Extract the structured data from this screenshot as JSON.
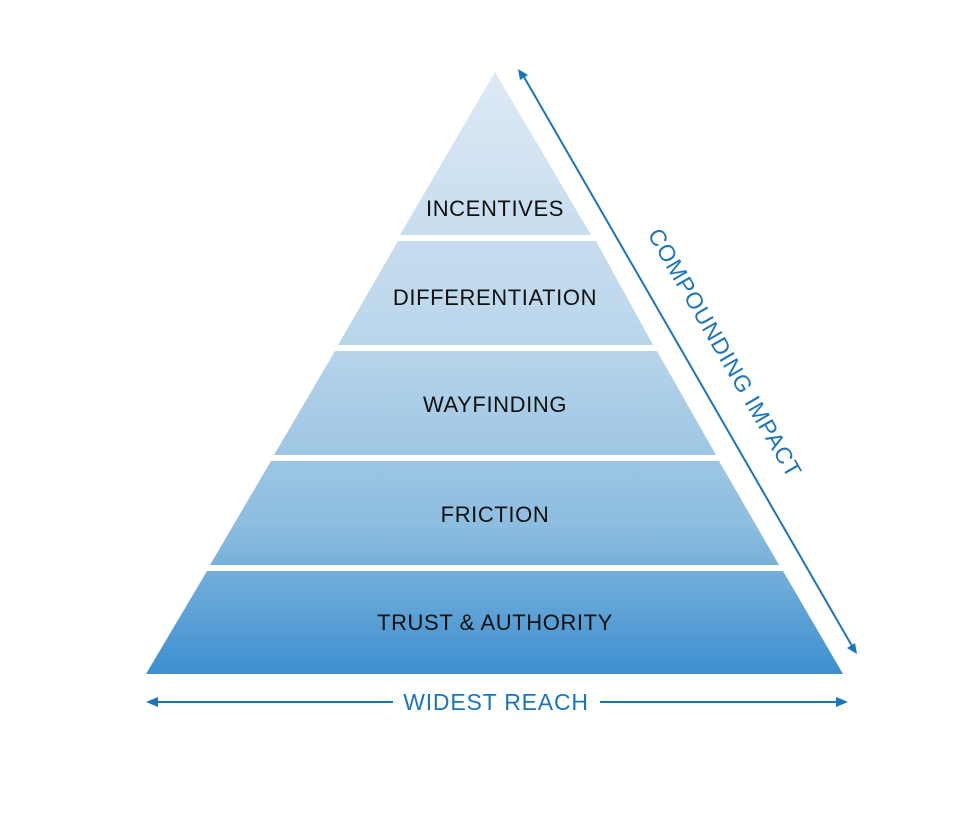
{
  "pyramid": {
    "tiers": [
      {
        "label": "INCENTIVES"
      },
      {
        "label": "DIFFERENTIATION"
      },
      {
        "label": "WAYFINDING"
      },
      {
        "label": "FRICTION"
      },
      {
        "label": "TRUST & AUTHORITY"
      }
    ]
  },
  "side_axis": {
    "label": "COMPOUNDING IMPACT"
  },
  "bottom_axis": {
    "label": "WIDEST REACH"
  },
  "colors": {
    "tier_top": "#dde9f5",
    "tier_bottom": "#3d8fcf",
    "accent": "#1b75bc",
    "text": "#111111"
  }
}
